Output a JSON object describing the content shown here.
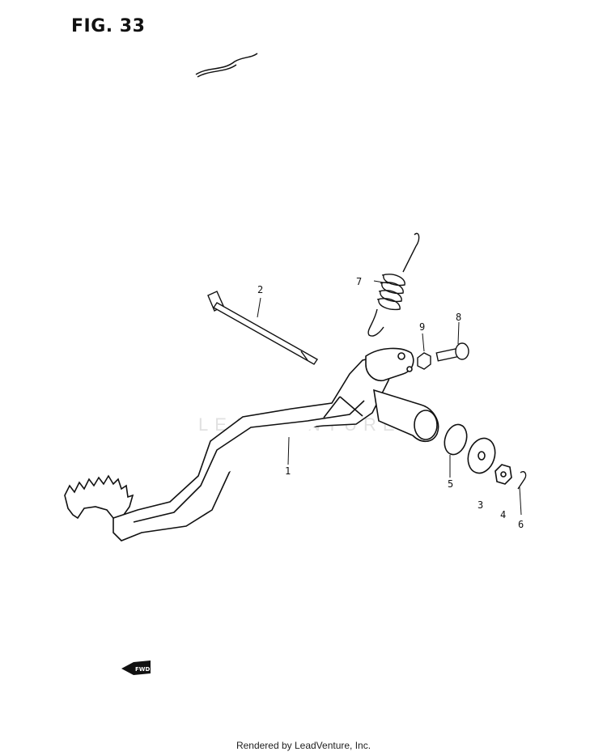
{
  "figure": {
    "title": "FIG. 33"
  },
  "watermark": {
    "text": "LEADVENTURE"
  },
  "callouts": [
    {
      "id": "1",
      "label": "1"
    },
    {
      "id": "2",
      "label": "2"
    },
    {
      "id": "3",
      "label": "3"
    },
    {
      "id": "4",
      "label": "4"
    },
    {
      "id": "5",
      "label": "5"
    },
    {
      "id": "6",
      "label": "6"
    },
    {
      "id": "7",
      "label": "7"
    },
    {
      "id": "8",
      "label": "8"
    },
    {
      "id": "9",
      "label": "9"
    }
  ],
  "fwd_marker": {
    "label": "FWD"
  },
  "footer": {
    "text": "Rendered by LeadVenture, Inc."
  },
  "colors": {
    "line": "#111111",
    "background": "#ffffff",
    "watermark": "#aaaaaa"
  }
}
